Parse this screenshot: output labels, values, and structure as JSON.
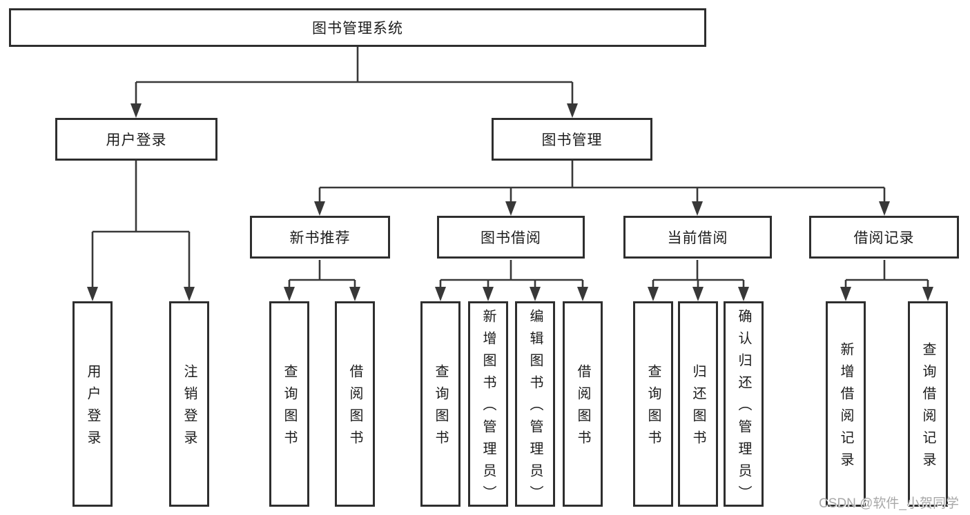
{
  "tree": {
    "root": "图书管理系统",
    "branches": [
      {
        "label": "用户登录",
        "children": [
          "用户登录",
          "注销登录"
        ]
      },
      {
        "label": "图书管理",
        "groups": [
          {
            "label": "新书推荐",
            "children": [
              "查询图书",
              "借阅图书"
            ]
          },
          {
            "label": "图书借阅",
            "children": [
              "查询图书",
              "新增图书（管理员）",
              "编辑图书（管理员）",
              "借阅图书"
            ]
          },
          {
            "label": "当前借阅",
            "children": [
              "查询图书",
              "归还图书",
              "确认归还（管理员）"
            ]
          },
          {
            "label": "借阅记录",
            "children": [
              "新增借阅记录",
              "查询借阅记录"
            ]
          }
        ]
      }
    ]
  },
  "watermark": {
    "text": "CSDN @软件_小贺同学"
  },
  "colors": {
    "background": "#ffffff",
    "line": "#383838",
    "box_border": "#2e2e2e",
    "text": "#1c1c1c",
    "watermark": "#a8a8a8"
  }
}
